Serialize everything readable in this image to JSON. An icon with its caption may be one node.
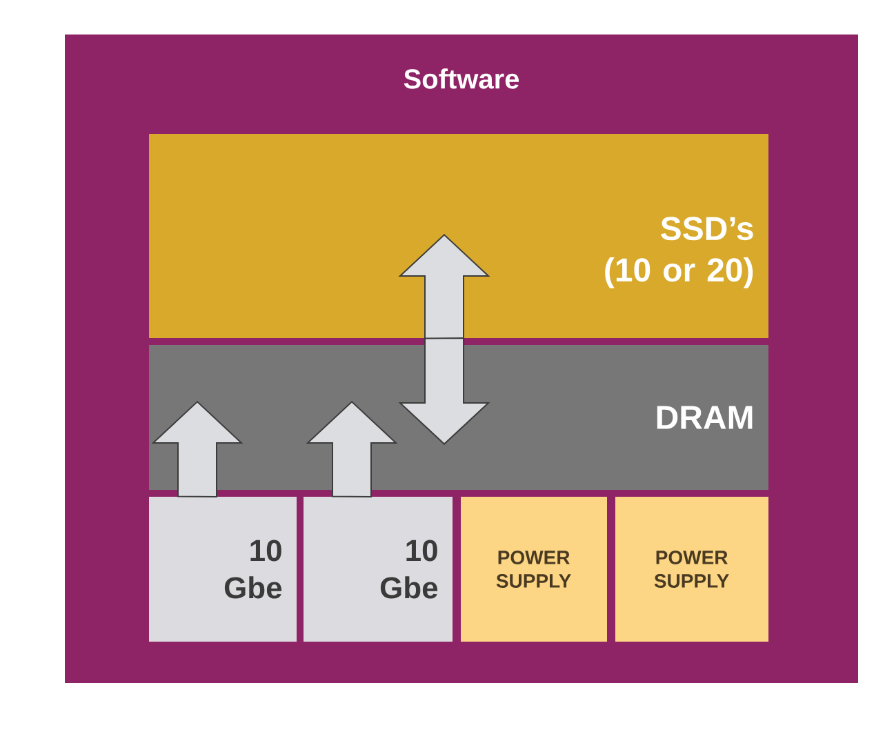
{
  "diagram": {
    "nodes": [
      {
        "text": [
          "Software"
        ]
      },
      {
        "text": [
          "SSD’s (10 or 20)"
        ],
        "in": 0
      },
      {
        "text": [
          "DRAM"
        ],
        "in": 0
      },
      {
        "text": [
          "10 Gbe"
        ],
        "in": 0
      },
      {
        "text": [
          "10 Gbe"
        ],
        "in": 0
      },
      {
        "text": [
          "POWER SUPPLY"
        ],
        "in": 0
      },
      {
        "text": [
          "POWER SUPPLY"
        ],
        "in": 0
      }
    ],
    "edges": [
      {
        "from": 2,
        "to": 1,
        "arrow": "to"
      },
      {
        "from": 1,
        "to": 2,
        "arrow": "to"
      },
      {
        "from": 3,
        "to": 2,
        "arrow": "to"
      },
      {
        "from": 4,
        "to": 2,
        "arrow": "to"
      }
    ]
  }
}
